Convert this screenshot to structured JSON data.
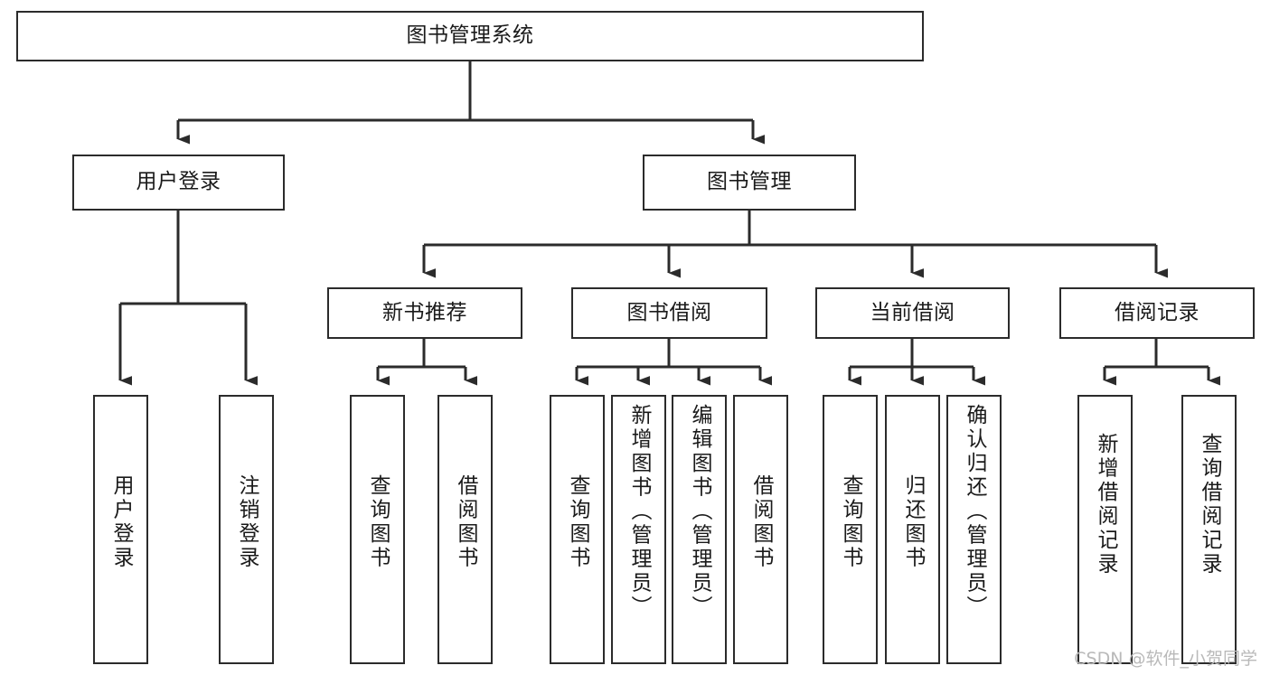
{
  "diagram": {
    "type": "tree-hierarchy-diagram",
    "title": "图书管理系统",
    "orientation": "top-down",
    "colors": {
      "background": "#ffffff",
      "box_border": "#2b2b2b",
      "box_fill": "#ffffff",
      "edge": "#2b2b2b",
      "text": "#1a1a1a",
      "watermark": "#b9b9b9"
    },
    "nodes": {
      "root": {
        "label": "图书管理系统",
        "orientation": "horizontal"
      },
      "user_login": {
        "label": "用户登录",
        "orientation": "horizontal"
      },
      "book_manage": {
        "label": "图书管理",
        "orientation": "horizontal"
      },
      "new_book_rec": {
        "label": "新书推荐",
        "orientation": "horizontal"
      },
      "book_borrow": {
        "label": "图书借阅",
        "orientation": "horizontal"
      },
      "current_borrow": {
        "label": "当前借阅",
        "orientation": "horizontal"
      },
      "borrow_record": {
        "label": "借阅记录",
        "orientation": "horizontal"
      },
      "leaf_user_login": {
        "label": "用户登录",
        "orientation": "vertical"
      },
      "leaf_logout": {
        "label": "注销登录",
        "orientation": "vertical"
      },
      "leaf_query_book_1": {
        "label": "查询图书",
        "orientation": "vertical"
      },
      "leaf_borrow_book_1": {
        "label": "借阅图书",
        "orientation": "vertical"
      },
      "leaf_query_book_2": {
        "label": "查询图书",
        "orientation": "vertical"
      },
      "leaf_add_book": {
        "label": "新增图书（管理员）",
        "orientation": "vertical"
      },
      "leaf_edit_book": {
        "label": "编辑图书（管理员）",
        "orientation": "vertical"
      },
      "leaf_borrow_book_2": {
        "label": "借阅图书",
        "orientation": "vertical"
      },
      "leaf_query_book_3": {
        "label": "查询图书",
        "orientation": "vertical"
      },
      "leaf_return_book": {
        "label": "归还图书",
        "orientation": "vertical"
      },
      "leaf_confirm_return": {
        "label": "确认归还（管理员）",
        "orientation": "vertical"
      },
      "leaf_add_record": {
        "label": "新增借阅记录",
        "orientation": "vertical"
      },
      "leaf_query_record": {
        "label": "查询借阅记录",
        "orientation": "vertical"
      }
    },
    "edges": [
      {
        "from": "root",
        "to": "user_login"
      },
      {
        "from": "root",
        "to": "book_manage"
      },
      {
        "from": "user_login",
        "to": "leaf_user_login"
      },
      {
        "from": "user_login",
        "to": "leaf_logout"
      },
      {
        "from": "book_manage",
        "to": "new_book_rec"
      },
      {
        "from": "book_manage",
        "to": "book_borrow"
      },
      {
        "from": "book_manage",
        "to": "current_borrow"
      },
      {
        "from": "book_manage",
        "to": "borrow_record"
      },
      {
        "from": "new_book_rec",
        "to": "leaf_query_book_1"
      },
      {
        "from": "new_book_rec",
        "to": "leaf_borrow_book_1"
      },
      {
        "from": "book_borrow",
        "to": "leaf_query_book_2"
      },
      {
        "from": "book_borrow",
        "to": "leaf_add_book"
      },
      {
        "from": "book_borrow",
        "to": "leaf_edit_book"
      },
      {
        "from": "book_borrow",
        "to": "leaf_borrow_book_2"
      },
      {
        "from": "current_borrow",
        "to": "leaf_query_book_3"
      },
      {
        "from": "current_borrow",
        "to": "leaf_return_book"
      },
      {
        "from": "current_borrow",
        "to": "leaf_confirm_return"
      },
      {
        "from": "borrow_record",
        "to": "leaf_add_record"
      },
      {
        "from": "borrow_record",
        "to": "leaf_query_record"
      }
    ]
  },
  "watermark": {
    "text": "CSDN @软件_小贺同学"
  }
}
